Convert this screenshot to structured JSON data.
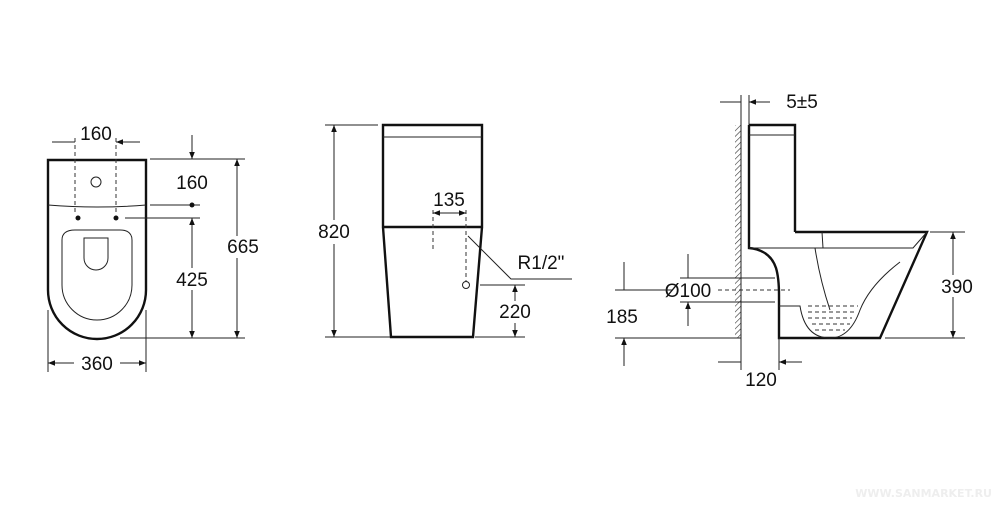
{
  "top_view": {
    "dim_hole_spacing": "160",
    "dim_tank_depth": "160",
    "dim_fix_to_front": "425",
    "dim_total_length": "665",
    "dim_width": "360"
  },
  "front_view": {
    "dim_height": "820",
    "dim_inlet_offset": "135",
    "inlet_thread": "R1/2\"",
    "dim_inlet_height": "220"
  },
  "side_view": {
    "dim_wall_gap": "5±5",
    "dim_outlet_diameter": "Ø100",
    "dim_outlet_height": "185",
    "dim_seat_height": "390",
    "dim_outlet_from_wall": "120"
  },
  "watermark": "WWW.SANMARKET.RU"
}
